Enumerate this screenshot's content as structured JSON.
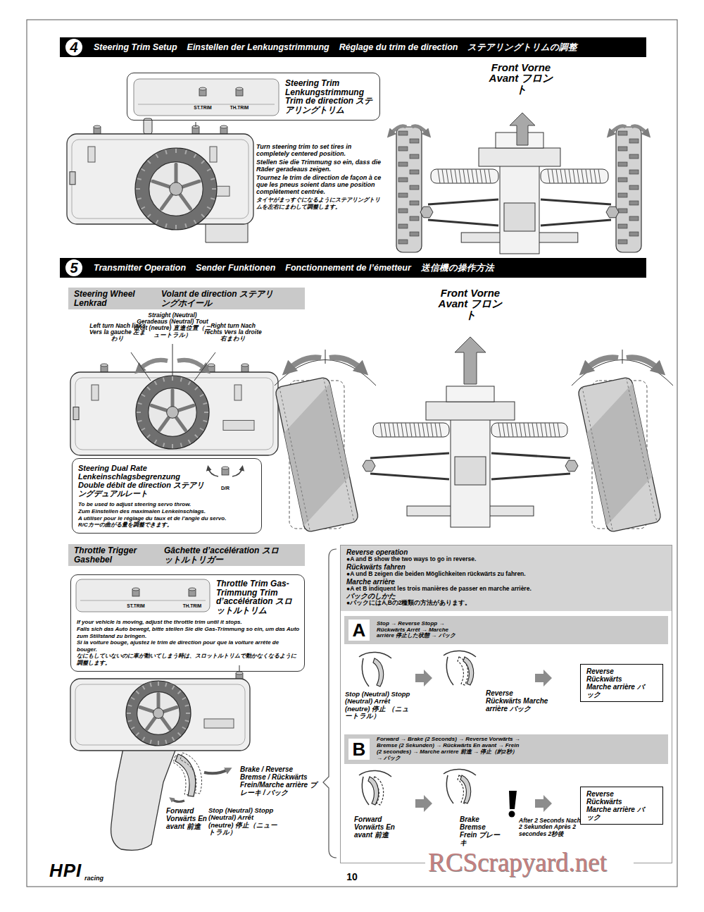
{
  "diagram": {
    "nodes": [
      {
        "text": [
          "4",
          "Steering Trim Setup",
          "Einstellen der Lenkungstrimmung",
          "Réglage du trim de direction",
          "ステアリングトリムの調整"
        ]
      },
      {
        "text": [
          "Steering Trim Lenkungstrimmung Trim de direction ステアリングトリム"
        ]
      },
      {
        "text": [
          "5",
          "Transmitter Operation",
          "Sender Funktionen",
          "Fonctionnement de l’émetteur",
          "送信機の操作方法"
        ]
      },
      {
        "text": [
          "Steering Wheel Lenkrad",
          "Volant de direction ステアリングホイール"
        ]
      },
      {
        "text": [
          "Steering Dual Rate Lenkeinschlagsbegrenzung Double débit de direction ステアリングデュアルレート",
          "To be used to adjust steering servo throw.",
          "Zum Einstellen des maximalen Lenkeinschlags.",
          "A utiliser pour le réglage du taux et de l’angle du servo.",
          "R/Cカーの曲がる量を調整できます。"
        ]
      },
      {
        "text": [
          "Throttle Trigger Gashebel",
          "Gâchette d’accélération スロットルトリガー"
        ]
      },
      {
        "text": [
          "Throttle Trim Gas-Trimmung Trim d’accélération スロットルトリム",
          "If your vehicle is moving, adjust the throttle trim until it stops.",
          "Falls sich das Auto bewegt, bitte stellen Sie die Gas-Trimmung so ein, um das Auto zum Stillstand zu bringen.",
          "Si la voiture bouge, ajustez le trim de direction pour que la voiture arrête de bouger.",
          "なにもしていないのに車が動いてしまう時は、スロットルトリムで動かなくなるように調整します。"
        ]
      },
      {
        "text": [
          "Reverse operation",
          "●A and B show the two ways to go in reverse.",
          "Rückwärts fahren",
          "●A und B zeigen die beiden Möglichkeiten rückwärts zu fahren.",
          "Marche arrière",
          "●A et B indiquent les trois manières de passer en marche arrière.",
          "バックのしかた",
          "●バックにはA,Bの2種類の方法があります。"
        ]
      },
      {
        "text": [
          "A",
          "Stop → Reverse Stopp → Rückwärts Arrêt → Marche arrière 停止した状態 → バック"
        ],
        "in": 7
      },
      {
        "text": [
          "Reverse Rückwärts Marche arrière バック"
        ],
        "in": 7
      },
      {
        "text": [
          "B",
          "Forward → Brake (2 Seconds) → Reverse Vorwärts → Bremse (2 Sekunden) → Rückwärts En avant → Frein (2 secondes) → Marche arrière 前進 → 停止（約2秒） → バック"
        ],
        "in": 7
      },
      {
        "text": [
          "Reverse Rückwärts Marche arrière バック"
        ],
        "in": 7
      }
    ],
    "labels": [
      "Front Vorne Avant フロント",
      "ST.TRIM",
      "TH.TRIM",
      "Turn steering trim to set tires in completely centered position.",
      "Stellen Sie die Trimmung so ein, dass die Räder geradeaus zeigen.",
      "Tournez le trim de direction de façon à ce que les pneus soient dans une position complètement centrée.",
      "タイヤがまっすぐになるようにステアリングトリムを左右にまわして調整します。",
      "Front Vorne Avant フロント",
      "Left turn Nach links Vers la gauche 左まわり",
      "Straight (Neutral) Geradeaus (Neutral) Tout droit (neutre) 直進位置（ニュートラル）",
      "Right turn Nach rechts Vers la droite 右まわり",
      "D/R",
      "ST.TRIM",
      "TH.TRIM",
      "Brake / Reverse Bremse / Rückwärts Frein/Marche arrière ブレーキ / バック",
      "Forward Vorwärts En avant 前進",
      "Stop (Neutral) Stopp (Neutral) Arrêt (neutre) 停止（ニュートラル）",
      "Stop (Neutral) Stopp (Neutral) Arrêt (neutre) 停止 （ニュートラル）",
      "Reverse Rückwärts Marche arrière バック",
      "Forward Vorwärts En avant 前進",
      "Brake Bremse Frein ブレーキ",
      "After 2 Seconds Nach 2 Sekunden Après 2 secondes 2秒後",
      "HPI",
      "racing",
      "10",
      "RCScrapyard.net"
    ]
  }
}
